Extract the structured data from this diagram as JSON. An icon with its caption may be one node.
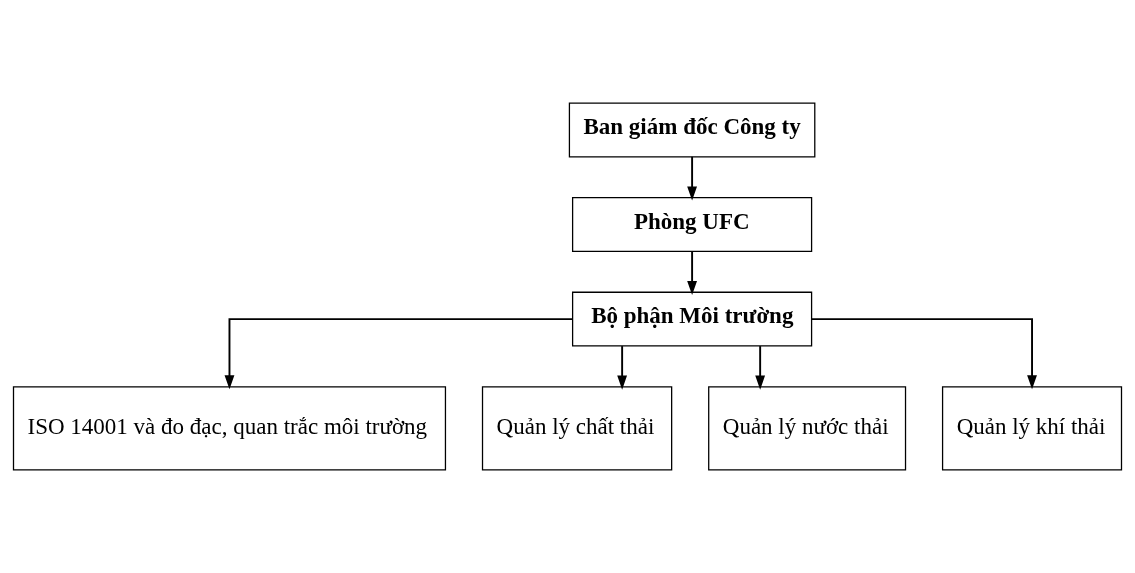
{
  "diagram": {
    "nodes": [
      {
        "text": [
          "Ban giám đốc Công ty"
        ]
      },
      {
        "text": [
          "Phòng UFC"
        ]
      },
      {
        "text": [
          "Bộ phận Môi trường"
        ]
      },
      {
        "text": [
          "ISO 14001 và đo đạc, quan trắc môi trường"
        ]
      },
      {
        "text": [
          "Quản lý chất thải"
        ]
      },
      {
        "text": [
          "Quản lý nước thải"
        ]
      },
      {
        "text": [
          "Quản lý khí thải"
        ]
      }
    ],
    "edges": [
      {
        "from": 0,
        "to": 1,
        "arrow": "to"
      },
      {
        "from": 1,
        "to": 2,
        "arrow": "to"
      },
      {
        "from": 2,
        "to": 3,
        "arrow": "to"
      },
      {
        "from": 2,
        "to": 4,
        "arrow": "to"
      },
      {
        "from": 2,
        "to": 5,
        "arrow": "to"
      },
      {
        "from": 2,
        "to": 6,
        "arrow": "to"
      }
    ]
  }
}
